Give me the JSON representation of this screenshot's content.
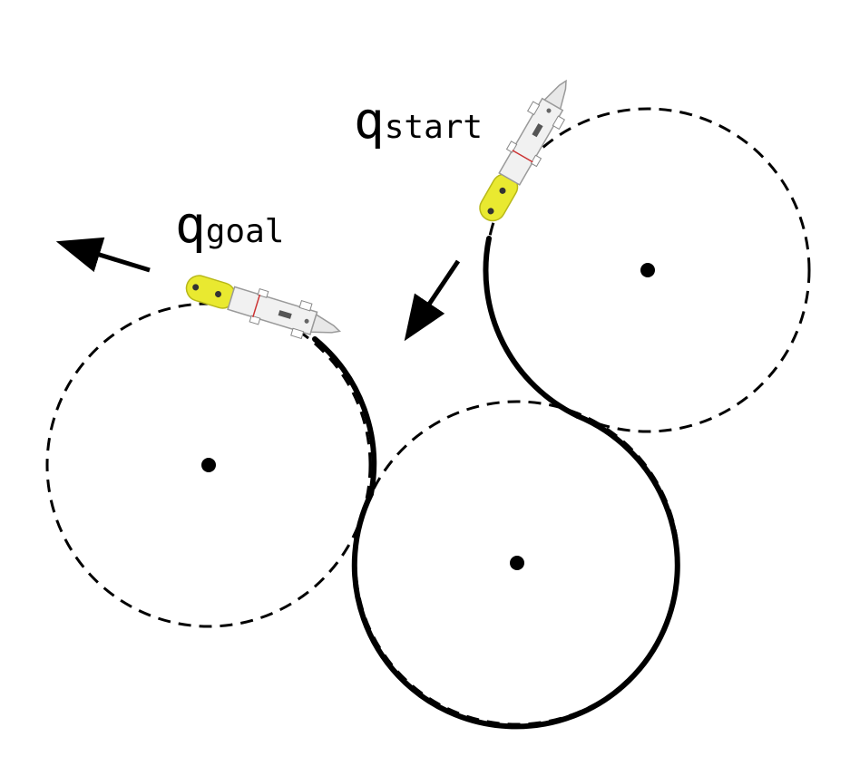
{
  "labels": {
    "start": {
      "symbol": "q",
      "subscript": "start"
    },
    "goal": {
      "symbol": "q",
      "subscript": "goal"
    }
  },
  "colors": {
    "ink": "#000000",
    "robot_head": "#e9e930",
    "robot_head_edge": "#b8b81a",
    "robot_body": "#f1f1f1",
    "robot_body_edge": "#9a9a9a",
    "robot_accent": "#cc3333"
  },
  "icons": [
    "robot-fish-start-icon",
    "robot-fish-goal-icon",
    "heading-arrow-icon"
  ]
}
